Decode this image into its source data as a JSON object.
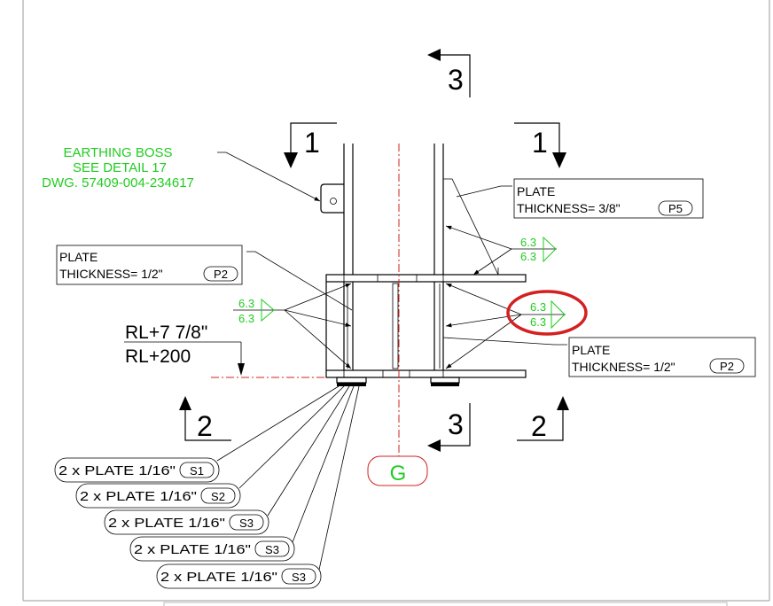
{
  "section_marks": {
    "top_3": "3",
    "left_1": "1",
    "right_1": "1",
    "left_2": "2",
    "right_2": "2",
    "bottom_3": "3"
  },
  "earthing_note": {
    "line1": "EARTHING BOSS",
    "line2": "SEE DETAIL 17",
    "line3": "DWG. 57409-004-234617"
  },
  "plate_callouts": [
    {
      "line1": "PLATE",
      "line2": "THICKNESS=  1/2\"",
      "tag": "P2"
    },
    {
      "line1": "PLATE",
      "line2": "THICKNESS=  3/8\"",
      "tag": "P5"
    },
    {
      "line1": "PLATE",
      "line2": "THICKNESS=  1/2\"",
      "tag": "P2"
    }
  ],
  "welds": [
    {
      "top": "6.3",
      "bottom": "6.3"
    },
    {
      "top": "6.3",
      "bottom": "6.3"
    },
    {
      "top": "6.3",
      "bottom": "6.3",
      "highlighted": true
    }
  ],
  "level": {
    "upper": "RL+7 7/8\"",
    "lower": "RL+200"
  },
  "gridline": "G",
  "shims": [
    {
      "text": "2 x PLATE    1/16\"",
      "tag": "S1"
    },
    {
      "text": "2 x PLATE    1/16\"",
      "tag": "S2"
    },
    {
      "text": "2 x PLATE    1/16\"",
      "tag": "S3"
    },
    {
      "text": "2 x PLATE    1/16\"",
      "tag": "S3"
    },
    {
      "text": "2 x PLATE    1/16\"",
      "tag": "S3"
    }
  ],
  "colors": {
    "annotation": "#22cc22",
    "highlight": "#d32020"
  }
}
